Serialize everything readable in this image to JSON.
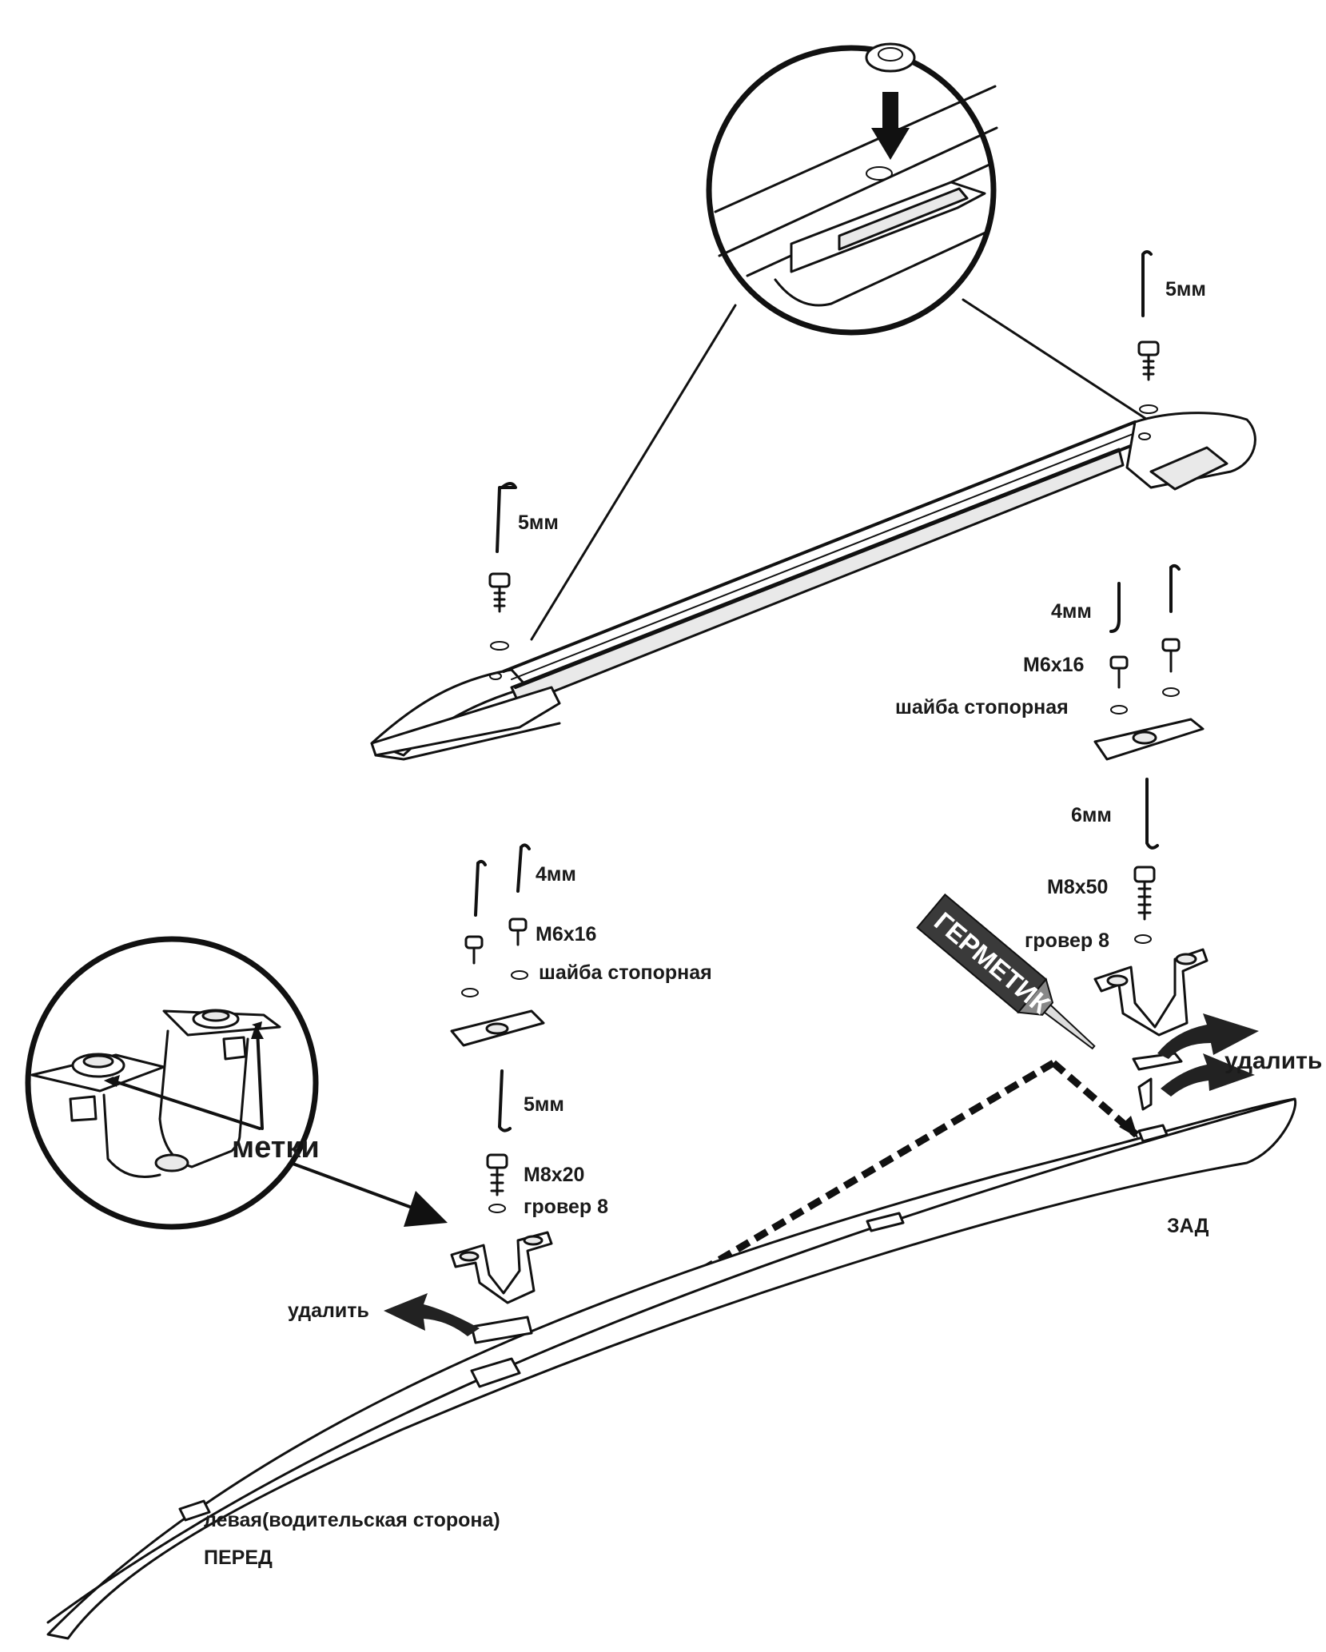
{
  "labels": {
    "hex_5mm_top_right": "5мм",
    "hex_5mm_top_left": "5мм",
    "hex_4mm_right": "4мм",
    "bolt_m6x16_right": "M6x16",
    "washer_right": "шайба стопорная",
    "hex_6mm": "6мм",
    "bolt_m8x50": "M8x50",
    "grover_right": "гровер 8",
    "sealant": "ГЕРМЕТИК",
    "remove_right": "удалить",
    "rear": "ЗАД",
    "hex_4mm_left": "4мм",
    "bolt_m6x16_left": "M6x16",
    "washer_left": "шайба стопорная",
    "hex_5mm_left": "5мм",
    "bolt_m8x20": "M8x20",
    "grover_left": "гровер 8",
    "marks": "метки",
    "remove_left": "удалить",
    "side": "левая(водительская сторона)",
    "front": "ПЕРЕД"
  }
}
